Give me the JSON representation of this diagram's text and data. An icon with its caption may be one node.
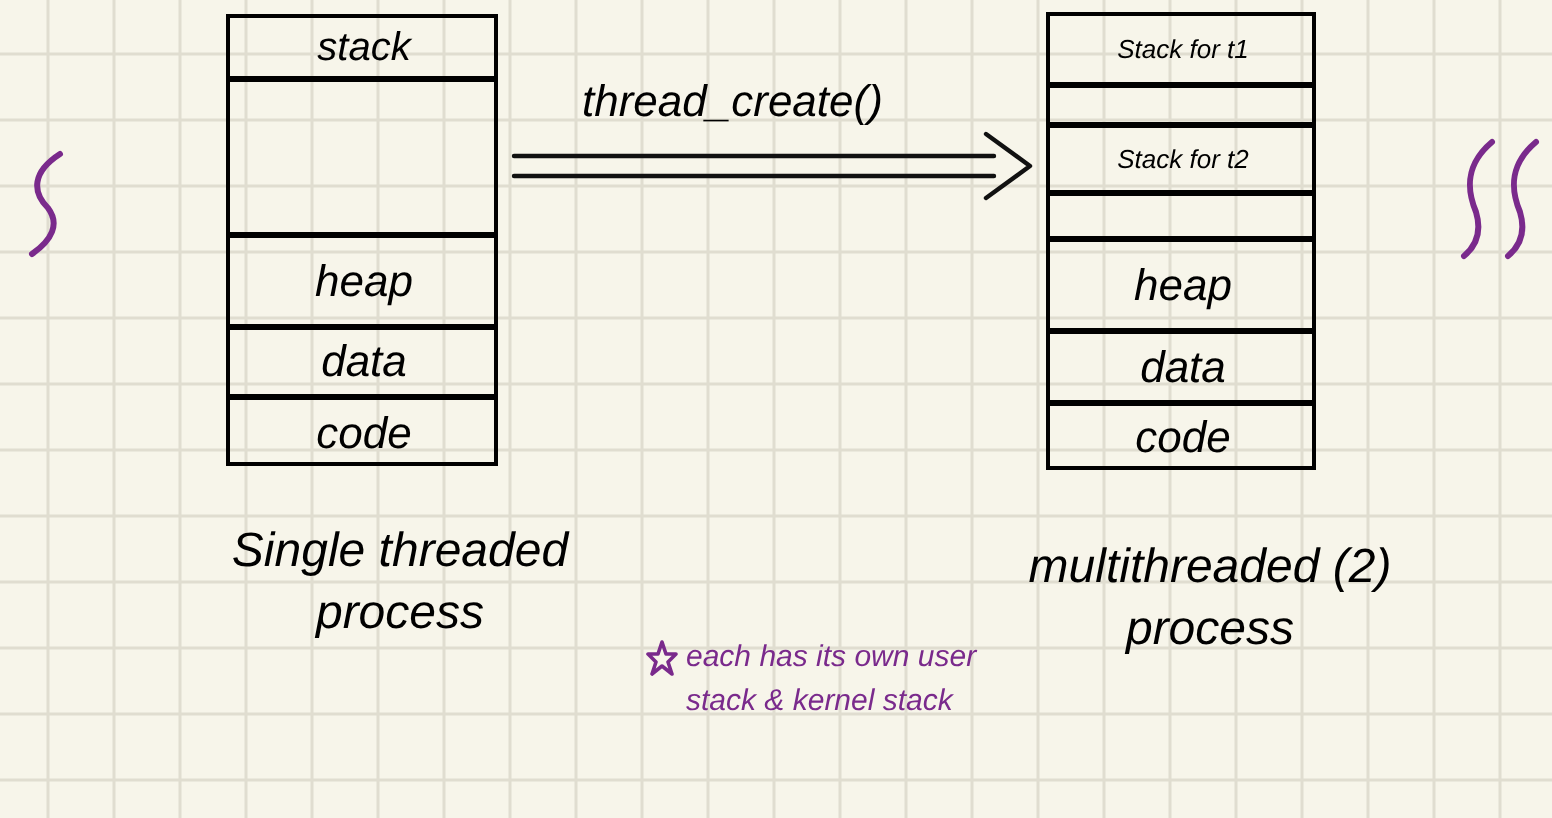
{
  "diagram": {
    "nodes": [
      {
        "text": [],
        "shape": "box",
        "beside": [
          "Single threaded process"
        ]
      },
      {
        "text": [
          "stack"
        ],
        "in": 0
      },
      {
        "text": [],
        "shape": "box",
        "in": 0
      },
      {
        "text": [
          "heap"
        ],
        "in": 0
      },
      {
        "text": [
          "data"
        ],
        "in": 0
      },
      {
        "text": [
          "code"
        ],
        "in": 0
      },
      {
        "text": [],
        "shape": "box",
        "beside": [
          "multithreaded (2) process"
        ]
      },
      {
        "text": [
          "Stack for t1"
        ],
        "in": 6
      },
      {
        "text": [],
        "shape": "box",
        "in": 6
      },
      {
        "text": [
          "Stack for t2"
        ],
        "in": 6
      },
      {
        "text": [],
        "shape": "box",
        "in": 6
      },
      {
        "text": [
          "heap"
        ],
        "in": 6
      },
      {
        "text": [
          "data"
        ],
        "in": 6
      },
      {
        "text": [
          "code"
        ],
        "in": 6
      }
    ],
    "edges": [
      {
        "from": 0,
        "to": 6,
        "arrow": "to",
        "label": "thread_create()"
      }
    ],
    "labels": [
      "each has its own user stack & kernel stack"
    ]
  }
}
